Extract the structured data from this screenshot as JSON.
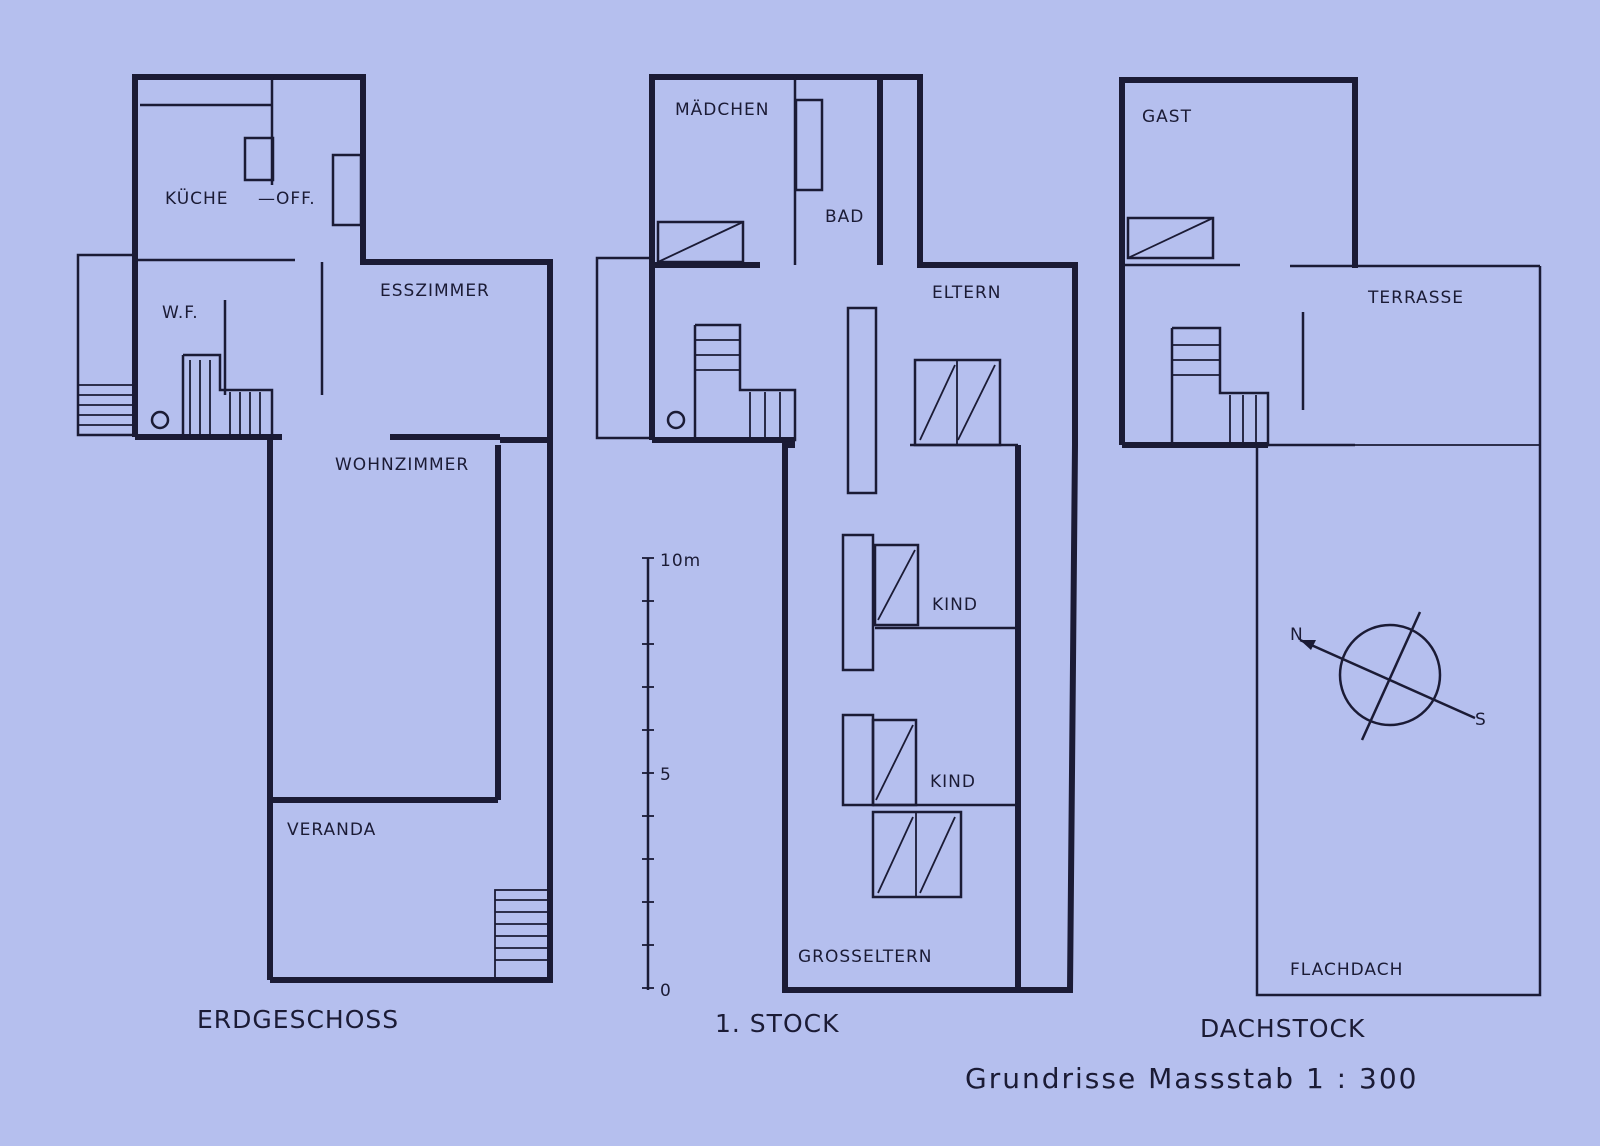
{
  "colors": {
    "background": "#b5bfee",
    "ink": "#1b1b35"
  },
  "plans": [
    {
      "title": "ERDGESCHOSS",
      "rooms": [
        "KÜCHE",
        "—OFF.",
        "W.F.",
        "ESSZIMMER",
        "WOHNZIMMER",
        "VERANDA"
      ]
    },
    {
      "title": "1. STOCK",
      "rooms": [
        "MÄDCHEN",
        "BAD",
        "ELTERN",
        "KIND",
        "KIND",
        "GROSSELTERN"
      ]
    },
    {
      "title": "DACHSTOCK",
      "rooms": [
        "GAST",
        "TERRASSE",
        "FLACHDACH"
      ]
    }
  ],
  "scale_bar": {
    "top": "10m",
    "mid": "5",
    "bottom": "0"
  },
  "compass": {
    "north": "N",
    "south": "S"
  },
  "caption": "Grundrisse Massstab 1 : 300"
}
